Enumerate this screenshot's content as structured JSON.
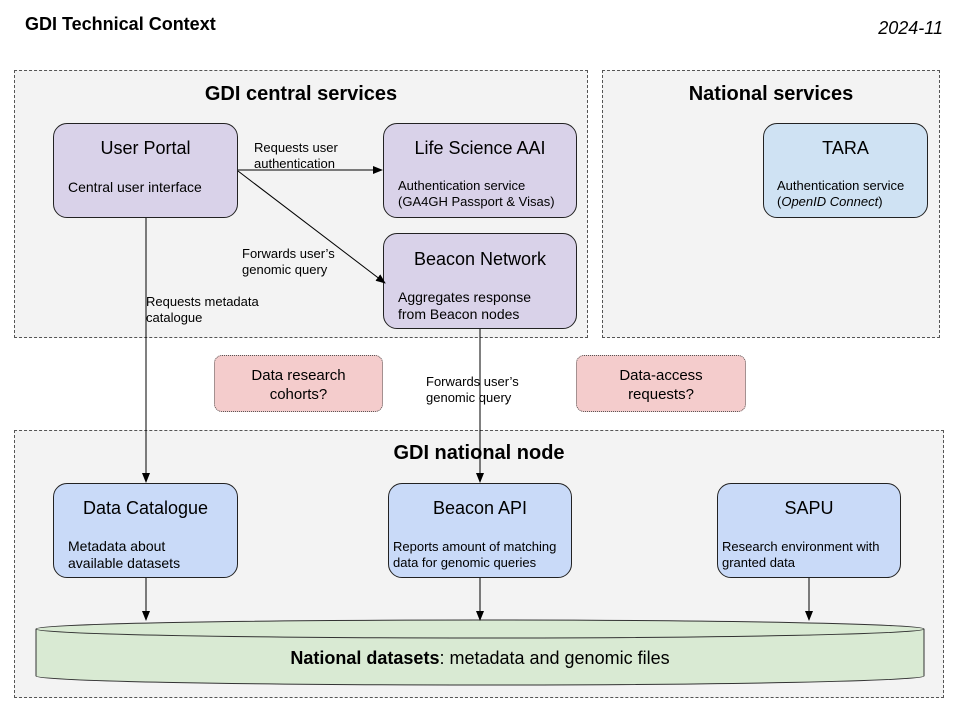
{
  "header": {
    "title": "GDI Technical Context",
    "date": "2024-11"
  },
  "central": {
    "title": "GDI central services",
    "user_portal": {
      "title": "User Portal",
      "desc": "Central user interface"
    },
    "ls_aai": {
      "title": "Life Science AAI",
      "desc_line1": "Authentication service",
      "desc_line2": "(GA4GH Passport & Visas)"
    },
    "beacon_network": {
      "title": "Beacon Network",
      "desc_line1": "Aggregates response",
      "desc_line2": "from Beacon nodes"
    }
  },
  "national_services": {
    "title": "National services",
    "tara": {
      "title": "TARA",
      "desc_line1": "Authentication service",
      "desc_line2_open": "(",
      "desc_line2_italic": "OpenID Connect",
      "desc_line2_close": ")"
    }
  },
  "edges": {
    "requests_auth_1": "Requests user",
    "requests_auth_2": "authentication",
    "forwards_query_1": "Forwards user’s",
    "forwards_query_2": "genomic query",
    "requests_meta_1": "Requests metadata",
    "requests_meta_2": "catalogue",
    "forwards_query_b1": "Forwards user’s",
    "forwards_query_b2": "genomic query"
  },
  "questions": {
    "cohorts_1": "Data research",
    "cohorts_2": "cohorts?",
    "access_1": "Data-access",
    "access_2": "requests?"
  },
  "national_node": {
    "title": "GDI national node",
    "data_catalogue": {
      "title": "Data Catalogue",
      "desc_line1": "Metadata about",
      "desc_line2": "available datasets"
    },
    "beacon_api": {
      "title": "Beacon API",
      "desc_line1": "Reports amount of matching",
      "desc_line2": "data for genomic queries"
    },
    "sapu": {
      "title": "SAPU",
      "desc_line1": "Research environment with",
      "desc_line2": "granted data"
    },
    "datasets": {
      "bold": "National datasets",
      "rest": ": metadata and genomic files"
    }
  },
  "colors": {
    "purple": "#d9d2e9",
    "blue": "#c9daf8",
    "pink": "#f4cccc",
    "green": "#d9ead3",
    "region": "#f3f3f3"
  }
}
